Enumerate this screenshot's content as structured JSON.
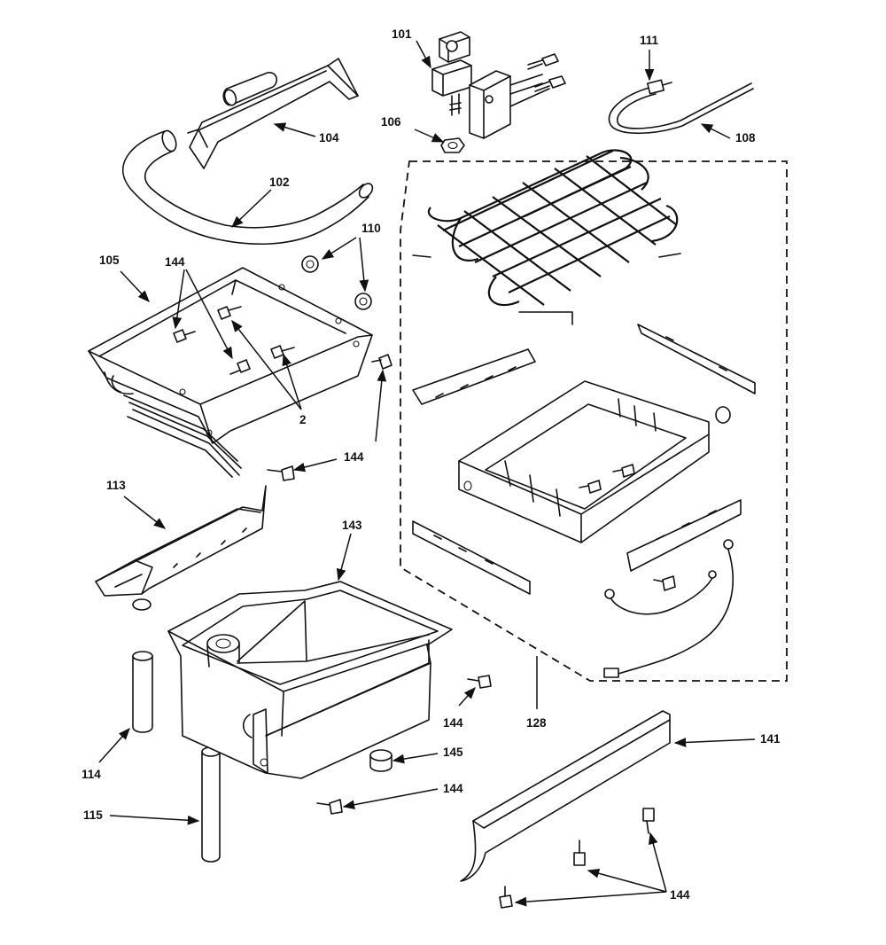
{
  "diagram": {
    "labels": {
      "p101": "101",
      "p104": "104",
      "p106": "106",
      "p111": "111",
      "p108": "108",
      "p102": "102",
      "p110": "110",
      "p105": "105",
      "p144_a": "144",
      "p2": "2",
      "p144_b": "144",
      "p113": "113",
      "p143": "143",
      "p114": "114",
      "p144_c": "144",
      "p128": "128",
      "p145": "145",
      "p144_d": "144",
      "p115": "115",
      "p141": "141",
      "p144_e": "144"
    }
  }
}
